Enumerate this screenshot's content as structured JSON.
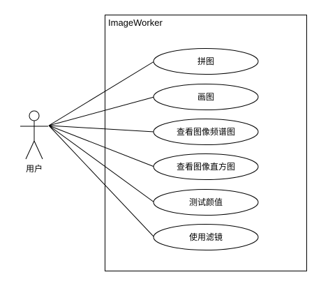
{
  "system": {
    "title": "ImageWorker"
  },
  "actor": {
    "label": "用户"
  },
  "use_cases": [
    {
      "id": "uc1",
      "label": "拼图"
    },
    {
      "id": "uc2",
      "label": "画图"
    },
    {
      "id": "uc3",
      "label": "查看图像频谱图"
    },
    {
      "id": "uc4",
      "label": "查看图像直方图"
    },
    {
      "id": "uc5",
      "label": "测试颜值"
    },
    {
      "id": "uc6",
      "label": "使用滤镜"
    }
  ]
}
